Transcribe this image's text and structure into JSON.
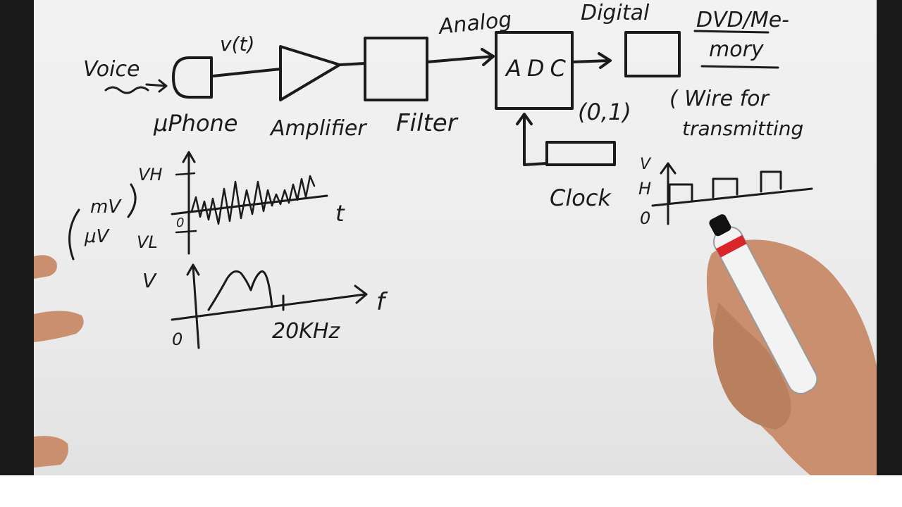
{
  "labels": {
    "voice": "Voice",
    "v_of_t": "v(t)",
    "analog": "Analog",
    "digital": "Digital",
    "dvd_memory_1": "DVD/Me-",
    "dvd_memory_2": "mory",
    "adc": "ADC",
    "microphone": "μPhone",
    "amplifier": "Amplifier",
    "filter": "Filter",
    "binary": "(0,1)",
    "wire_1": "( Wire for",
    "wire_2": "transmitting",
    "clock": "Clock",
    "vh": "VH",
    "vl": "VL",
    "zero_small": "0",
    "mv": "mV",
    "uv": "μV",
    "t_axis": "t",
    "v_axis": "V",
    "f_axis": "f",
    "origin": "0",
    "freq_20k": "20KHz",
    "pulse_v": "V",
    "pulse_h": "H",
    "pulse_zero": "0"
  },
  "colors": {
    "ink": "#1b1b1b",
    "paper": "#eeeeee",
    "frame": "#1a1a1a",
    "skin": "#c98f6e",
    "marker_body": "#f3f3f3",
    "marker_band": "#d8262b"
  }
}
